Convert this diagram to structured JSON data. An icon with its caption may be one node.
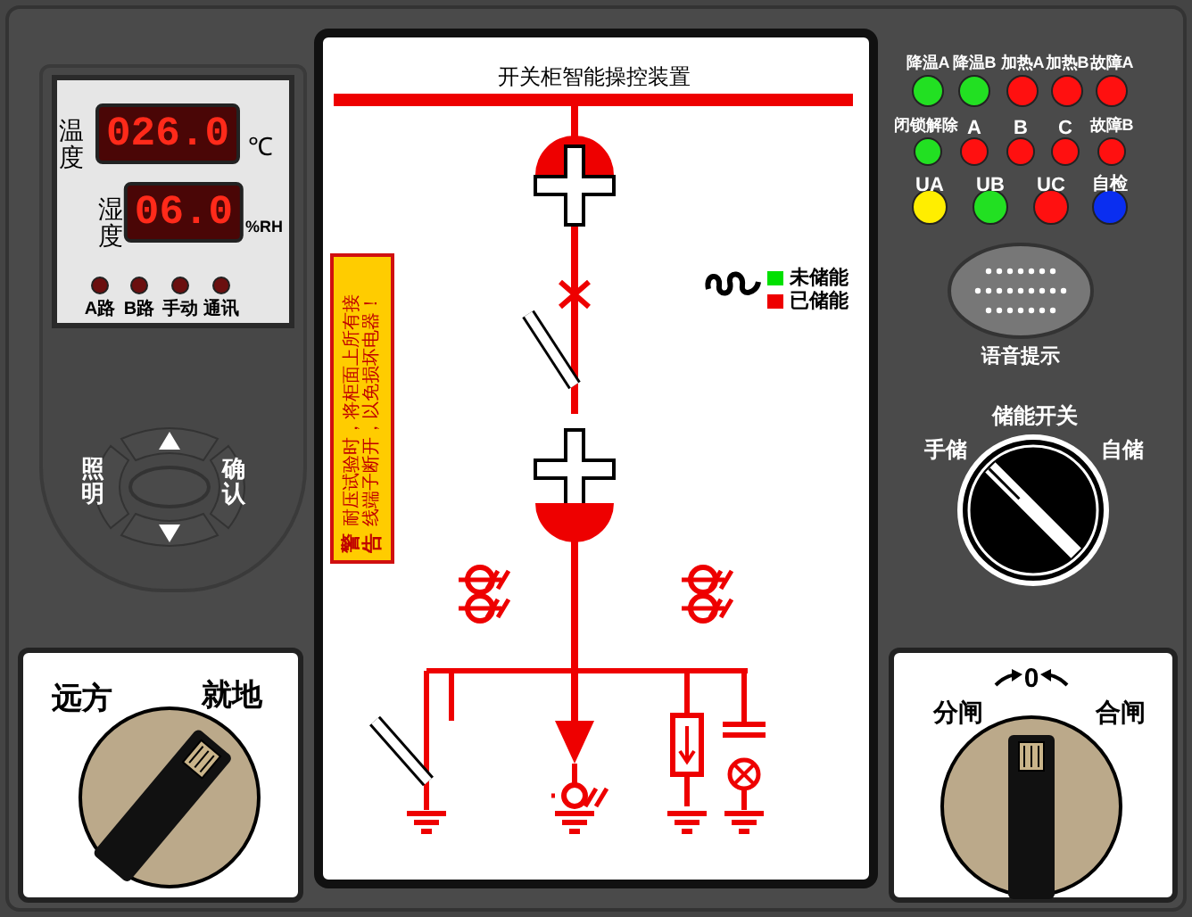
{
  "diagram": {
    "title": "开关柜智能操控装置",
    "labels": [
      "温度",
      "026.0",
      "℃",
      "湿度",
      "06.0",
      "%RH",
      "A路",
      "B路",
      "手动",
      "通讯",
      "照明",
      "确认",
      "远方",
      "就地",
      "警告",
      "耐压试验时，将柜面上所有接线端子断开，以免损坏电器！",
      "未储能",
      "已储能",
      "降温A",
      "降温B",
      "加热A",
      "加热B",
      "故障A",
      "闭锁解除",
      "A",
      "B",
      "C",
      "故障B",
      "UA",
      "UB",
      "UC",
      "自检",
      "语音提示",
      "储能开关",
      "手储",
      "自储",
      "分闸",
      "0",
      "合闸"
    ]
  }
}
